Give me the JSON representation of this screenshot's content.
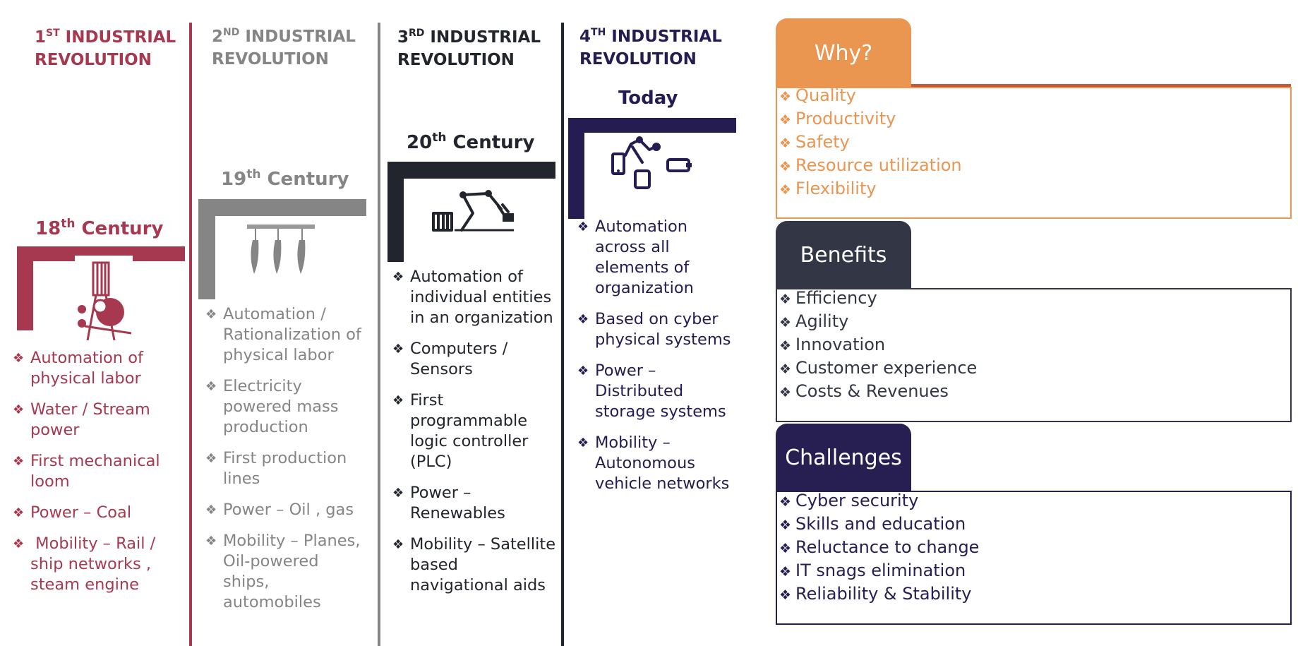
{
  "colors": {
    "era1": "#a6394f",
    "era2": "#858585",
    "era3": "#23252e",
    "era4": "#251d52",
    "why": "#ea9550",
    "benefits": "#323645",
    "challenges": "#271f52"
  },
  "bullet_glyph": "❖",
  "eras": [
    {
      "header_num": "1",
      "header_suffix": "ST",
      "header_word": " INDUSTRIAL",
      "header_line2": "REVOLUTION",
      "century_num": "18",
      "century_suffix": "th",
      "century_word": " Century",
      "icon": "loom-icon",
      "items": [
        "Automation of physical labor",
        "Water / Stream power",
        "First mechanical loom",
        "Power – Coal",
        " Mobility – Rail / ship networks , steam engine"
      ]
    },
    {
      "header_num": "2",
      "header_suffix": "ND",
      "header_word": " INDUSTRIAL",
      "header_line2": "REVOLUTION",
      "century_num": "19",
      "century_suffix": "th",
      "century_word": " Century",
      "icon": "conveyor-line-icon",
      "items": [
        "Automation / Rationalization of physical labor",
        "Electricity powered mass production",
        "First production lines",
        "Power – Oil , gas",
        "Mobility – Planes, Oil-powered ships, automobiles"
      ]
    },
    {
      "header_num": "3",
      "header_suffix": "RD",
      "header_word": " INDUSTRIAL",
      "header_line2": "REVOLUTION",
      "century_num": "20",
      "century_suffix": "th",
      "century_word": " Century",
      "icon": "robot-arm-icon",
      "items": [
        "Automation of individual entities in an organization",
        "Computers / Sensors",
        "First programmable logic controller (PLC)",
        "Power – Renewables",
        "Mobility – Satellite based navigational aids"
      ]
    },
    {
      "header_num": "4",
      "header_suffix": "TH",
      "header_word": " INDUSTRIAL",
      "header_line2": "REVOLUTION",
      "century_label": "Today",
      "icon": "connected-devices-icon",
      "items": [
        "Automation across all elements of organization",
        "Based on cyber physical systems",
        "Power – Distributed storage systems",
        "Mobility – Autonomous vehicle networks"
      ]
    }
  ],
  "panels": [
    {
      "title": "Why?",
      "items": [
        "Quality",
        "Productivity",
        "Safety",
        "Resource utilization",
        "Flexibility"
      ]
    },
    {
      "title": "Benefits",
      "items": [
        "Efficiency",
        "Agility",
        "Innovation",
        "Customer experience",
        "Costs & Revenues"
      ]
    },
    {
      "title": "Challenges",
      "items": [
        "Cyber security",
        "Skills and education",
        "Reluctance to change",
        "IT snags elimination",
        "Reliability & Stability"
      ]
    }
  ]
}
